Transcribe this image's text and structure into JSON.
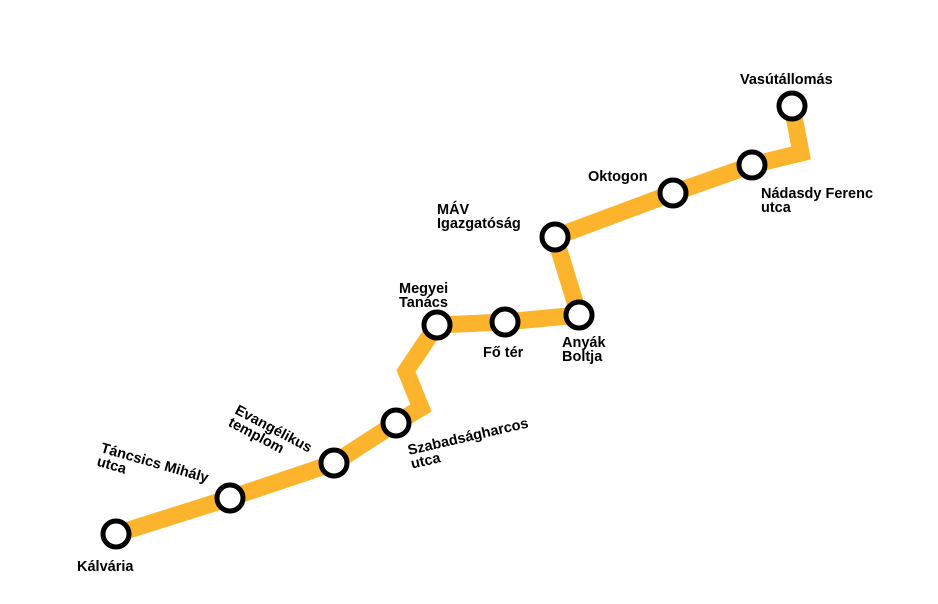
{
  "map": {
    "line_color": "#FDB42D",
    "station_stroke": "#000000",
    "station_fill": "#ffffff",
    "stations": [
      {
        "id": "kalvaria",
        "lines": [
          "Kálvária"
        ]
      },
      {
        "id": "tancsics",
        "lines": [
          "Táncsics Mihály",
          "utca"
        ]
      },
      {
        "id": "evangelikus",
        "lines": [
          "Evangélikus",
          "templom"
        ]
      },
      {
        "id": "szabadsagharcos",
        "lines": [
          "Szabadságharcos",
          "utca"
        ]
      },
      {
        "id": "megyei",
        "lines": [
          "Megyei",
          "Tanács"
        ]
      },
      {
        "id": "fo-ter",
        "lines": [
          "Fő tér"
        ]
      },
      {
        "id": "anyak",
        "lines": [
          "Anyák",
          "Boltja"
        ]
      },
      {
        "id": "mav",
        "lines": [
          "MÁV",
          "Igazgatóság"
        ]
      },
      {
        "id": "oktogon",
        "lines": [
          "Oktogon"
        ]
      },
      {
        "id": "nadasdy",
        "lines": [
          "Nádasdy Ferenc",
          "utca"
        ]
      },
      {
        "id": "vasutallomas",
        "lines": [
          "Vasútállomás"
        ]
      }
    ]
  }
}
